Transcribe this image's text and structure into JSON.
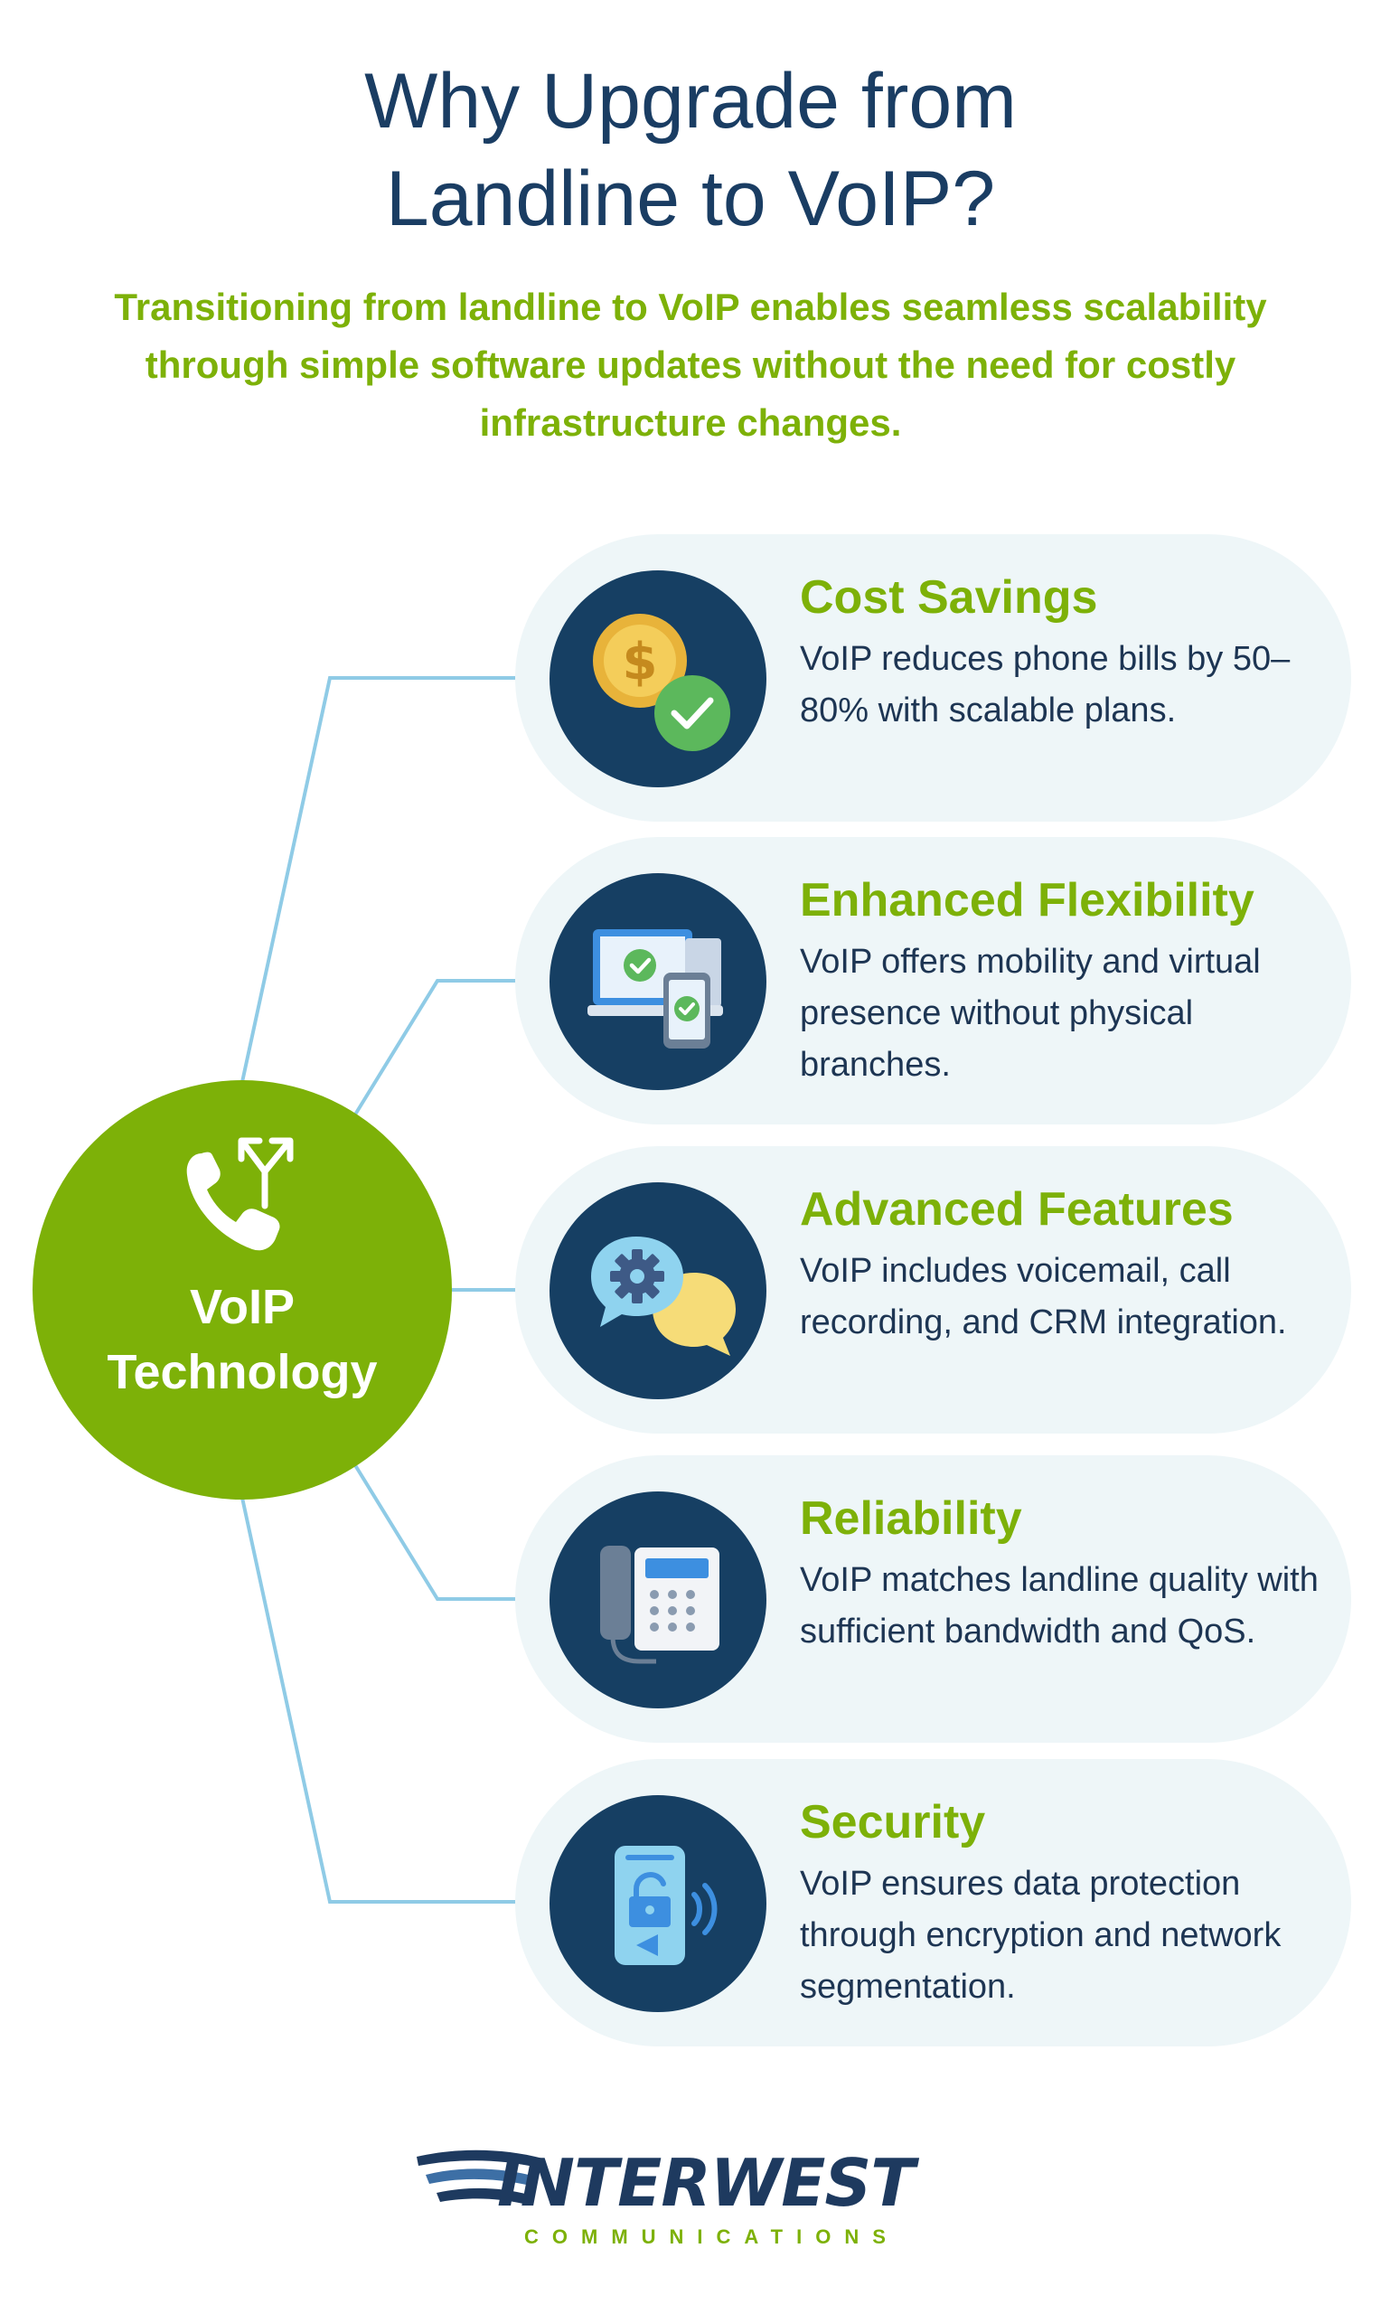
{
  "header": {
    "title_line1": "Why Upgrade from",
    "title_line2": "Landline to VoIP?",
    "subtitle": "Transitioning from landline to VoIP enables seamless scalability through simple software updates without the need for costly infrastructure changes."
  },
  "hub": {
    "label_line1": "VoIP",
    "label_line2": "Technology",
    "icon": "phone-branch-icon"
  },
  "benefits": [
    {
      "title": "Cost Savings",
      "text": "VoIP reduces phone bills by 50–80% with scalable plans.",
      "icon": "coin-check-icon"
    },
    {
      "title": "Enhanced Flexibility",
      "text": "VoIP offers mobility and virtual presence without physical branches.",
      "icon": "devices-icon"
    },
    {
      "title": "Advanced Features",
      "text": "VoIP includes voicemail, call recording, and CRM integration.",
      "icon": "chat-gear-icon"
    },
    {
      "title": "Reliability",
      "text": "VoIP matches landline quality with sufficient bandwidth and QoS.",
      "icon": "desk-phone-icon"
    },
    {
      "title": "Security",
      "text": "VoIP ensures data protection through encryption and network segmentation.",
      "icon": "secure-phone-icon"
    }
  ],
  "logo": {
    "name": "INTERWEST",
    "tagline": "COMMUNICATIONS"
  },
  "colors": {
    "navy": "#1a3d63",
    "green": "#7db108",
    "card_bg": "#eef6f8",
    "icon_circle": "#163f63",
    "connector": "#8fcbe6"
  }
}
